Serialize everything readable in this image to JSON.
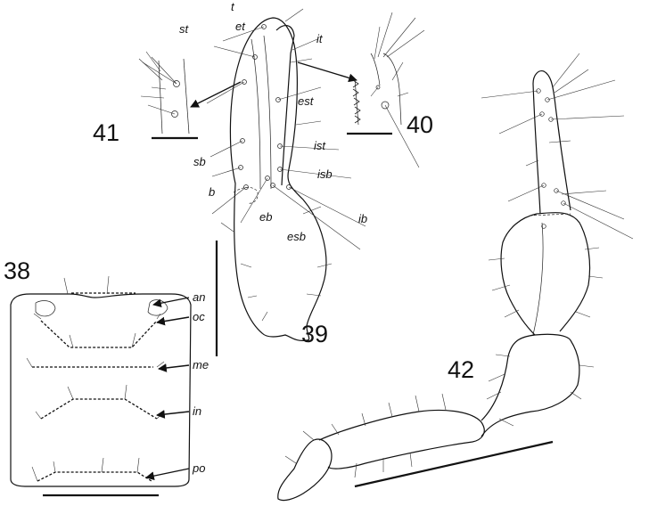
{
  "figures": {
    "fig38": "38",
    "fig39": "39",
    "fig40": "40",
    "fig41": "41",
    "fig42": "42"
  },
  "carapace_labels": {
    "an": "an",
    "oc": "oc",
    "me": "me",
    "in": "in",
    "po": "po"
  },
  "trichobothria_labels": {
    "t": "t",
    "et": "et",
    "it": "it",
    "st": "st",
    "est": "est",
    "ist": "ist",
    "sb": "sb",
    "isb": "isb",
    "b": "b",
    "eb": "eb",
    "esb": "esb",
    "ib": "ib"
  }
}
